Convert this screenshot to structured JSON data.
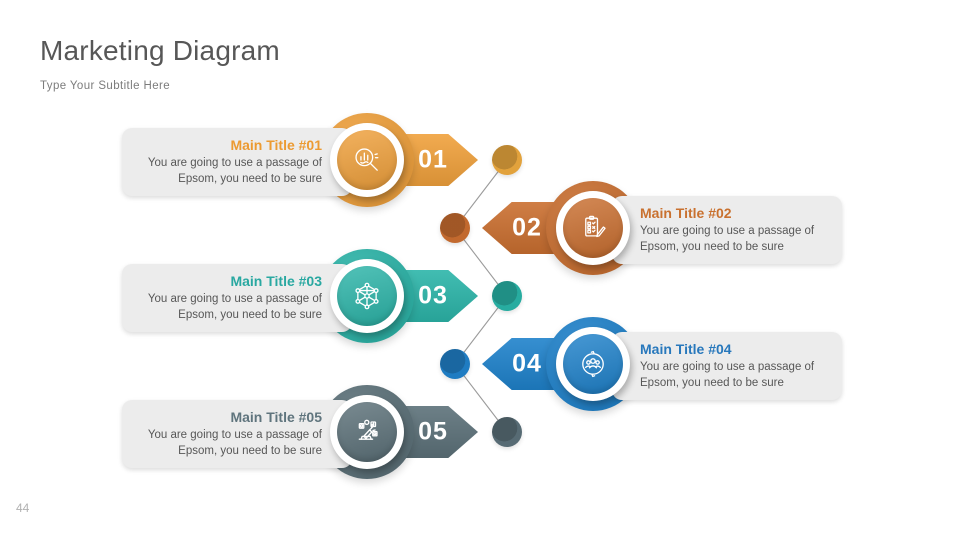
{
  "header": {
    "title": "Marketing Diagram",
    "subtitle": "Type Your Subtitle Here"
  },
  "footer": {
    "page_number": "44"
  },
  "connector": {
    "line_color": "#9b9b9b"
  },
  "items": [
    {
      "number": "01",
      "title": "Main Title #01",
      "body": "You are going to use a passage of Epsom, you need to be sure",
      "color": "#F0A13C",
      "title_color": "#EC9A31",
      "dot_color": "#E2A23C",
      "icon": "search-analytics-icon",
      "side": "left"
    },
    {
      "number": "02",
      "title": "Main Title #02",
      "body": "You are going to use a passage of Epsom, you need to be sure",
      "color": "#CA6F30",
      "title_color": "#C9712F",
      "dot_color": "#C2692E",
      "icon": "checklist-icon",
      "side": "right"
    },
    {
      "number": "03",
      "title": "Main Title #03",
      "body": "You are going to use a passage of Epsom, you need to be sure",
      "color": "#2CB5A9",
      "title_color": "#29A8A1",
      "dot_color": "#27ACA0",
      "icon": "network-icon",
      "side": "left"
    },
    {
      "number": "04",
      "title": "Main Title #04",
      "body": "You are going to use a passage of Epsom, you need to be sure",
      "color": "#1F82CB",
      "title_color": "#2878BC",
      "dot_color": "#1F7CC2",
      "icon": "audience-icon",
      "side": "right"
    },
    {
      "number": "05",
      "title": "Main Title #05",
      "body": "You are going to use a passage of Epsom, you need to be sure",
      "color": "#5C7179",
      "title_color": "#5F747D",
      "dot_color": "#576B74",
      "icon": "digital-marketing-icon",
      "side": "left"
    }
  ]
}
